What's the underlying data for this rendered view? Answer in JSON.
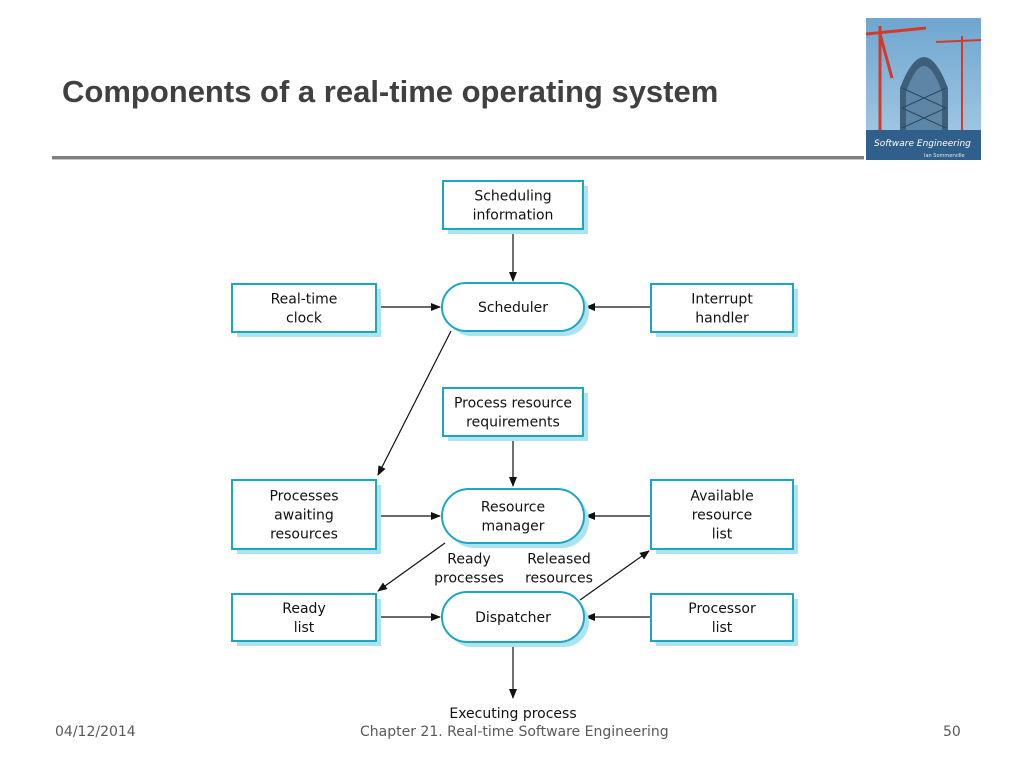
{
  "slide": {
    "title": "Components of a real-time operating system",
    "footer": {
      "date": "04/12/2014",
      "chapter": "Chapter 21. Real-time Software Engineering",
      "page": "50"
    }
  },
  "cover": {
    "title": "Software Engineering",
    "author": "Ian Sommerville"
  },
  "diagram": {
    "boxes": {
      "scheduling_information": [
        "Scheduling",
        "information"
      ],
      "real_time_clock": [
        "Real-time",
        "clock"
      ],
      "interrupt_handler": [
        "Interrupt",
        "handler"
      ],
      "process_resource_requirements": [
        "Process resource",
        "requirements"
      ],
      "processes_awaiting_resources": [
        "Processes",
        "awaiting",
        "resources"
      ],
      "available_resource_list": [
        "Available",
        "resource",
        "list"
      ],
      "ready_list": [
        "Ready",
        "list"
      ],
      "processor_list": [
        "Processor",
        "list"
      ]
    },
    "processes": {
      "scheduler": [
        "Scheduler"
      ],
      "resource_manager": [
        "Resource",
        "manager"
      ],
      "dispatcher": [
        "Dispatcher"
      ]
    },
    "labels": {
      "ready_processes": [
        "Ready",
        "processes"
      ],
      "released_resources": [
        "Released",
        "resources"
      ],
      "executing_process": [
        "Executing process"
      ]
    }
  }
}
